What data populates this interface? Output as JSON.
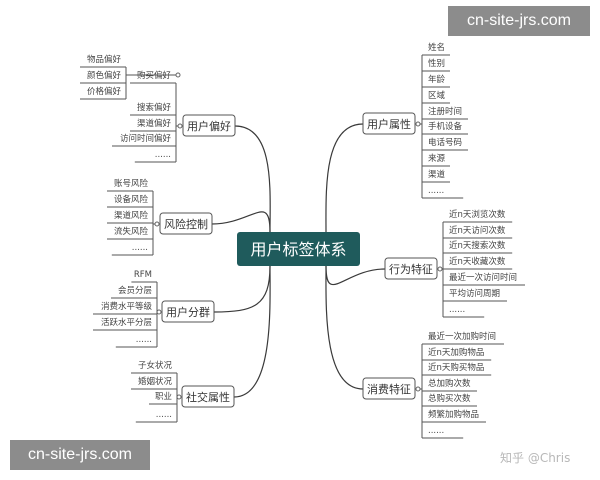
{
  "center": "用户标签体系",
  "colors": {
    "center_fill": "#1f5b5c",
    "line": "#3a3a3a",
    "text": "#444444",
    "watermark_bg": "#8c8c8c"
  },
  "branches": [
    {
      "label": "用户偏好",
      "side": "left",
      "children": [
        {
          "label": "购买偏好",
          "children": [
            "物品偏好",
            "颜色偏好",
            "价格偏好"
          ]
        },
        {
          "label": "搜索偏好"
        },
        {
          "label": "渠道偏好"
        },
        {
          "label": "访问时间偏好"
        },
        {
          "label": "......"
        }
      ]
    },
    {
      "label": "风险控制",
      "side": "left",
      "children": [
        {
          "label": "账号风险"
        },
        {
          "label": "设备风险"
        },
        {
          "label": "渠道风险"
        },
        {
          "label": "流失风险"
        },
        {
          "label": "......"
        }
      ]
    },
    {
      "label": "用户分群",
      "side": "left",
      "children": [
        {
          "label": "RFM"
        },
        {
          "label": "会员分层"
        },
        {
          "label": "消费水平等级"
        },
        {
          "label": "活跃水平分层"
        },
        {
          "label": "......"
        }
      ]
    },
    {
      "label": "社交属性",
      "side": "left",
      "children": [
        {
          "label": "子女状况"
        },
        {
          "label": "婚姻状况"
        },
        {
          "label": "职业"
        },
        {
          "label": "......"
        }
      ]
    },
    {
      "label": "用户属性",
      "side": "right",
      "children": [
        {
          "label": "姓名"
        },
        {
          "label": "性别"
        },
        {
          "label": "年龄"
        },
        {
          "label": "区域"
        },
        {
          "label": "注册时间"
        },
        {
          "label": "手机设备"
        },
        {
          "label": "电话号码"
        },
        {
          "label": "来源"
        },
        {
          "label": "渠道"
        },
        {
          "label": "......"
        }
      ]
    },
    {
      "label": "行为特征",
      "side": "right",
      "children": [
        {
          "label": "近n天浏览次数"
        },
        {
          "label": "近n天访问次数"
        },
        {
          "label": "近n天搜索次数"
        },
        {
          "label": "近n天收藏次数"
        },
        {
          "label": "最近一次访问时间"
        },
        {
          "label": "平均访问周期"
        },
        {
          "label": "......"
        }
      ]
    },
    {
      "label": "消费特征",
      "side": "right",
      "children": [
        {
          "label": "最近一次加购时间"
        },
        {
          "label": "近n天加购物品"
        },
        {
          "label": "近n天购买物品"
        },
        {
          "label": "总加购次数"
        },
        {
          "label": "总购买次数"
        },
        {
          "label": "频繁加购物品"
        },
        {
          "label": "......"
        }
      ]
    }
  ],
  "watermarks": {
    "top": "cn-site-jrs.com",
    "bottom": "cn-site-jrs.com",
    "inline": "知乎 @Chris"
  }
}
